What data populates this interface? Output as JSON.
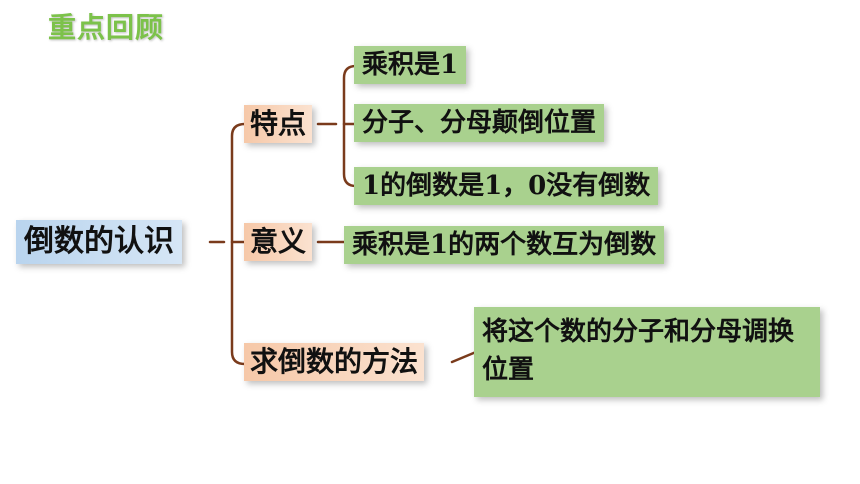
{
  "title": "重点回顾",
  "root": "倒数的认识",
  "branches": {
    "features": {
      "label": "特点",
      "items": [
        "乘积是1",
        "分子、分母颠倒位置",
        "1的倒数是1，0没有倒数"
      ]
    },
    "meaning": {
      "label": "意义",
      "items": [
        "乘积是1的两个数互为倒数"
      ]
    },
    "method": {
      "label": "求倒数的方法",
      "items": [
        "将这个数的分子和分母调换位置"
      ]
    }
  },
  "colors": {
    "title": "#7cc24a",
    "root_box": "#c9ddf2",
    "branch_box": "#f8d3b8",
    "leaf_box": "#a9d18e",
    "connector": "#7a3b1c"
  }
}
